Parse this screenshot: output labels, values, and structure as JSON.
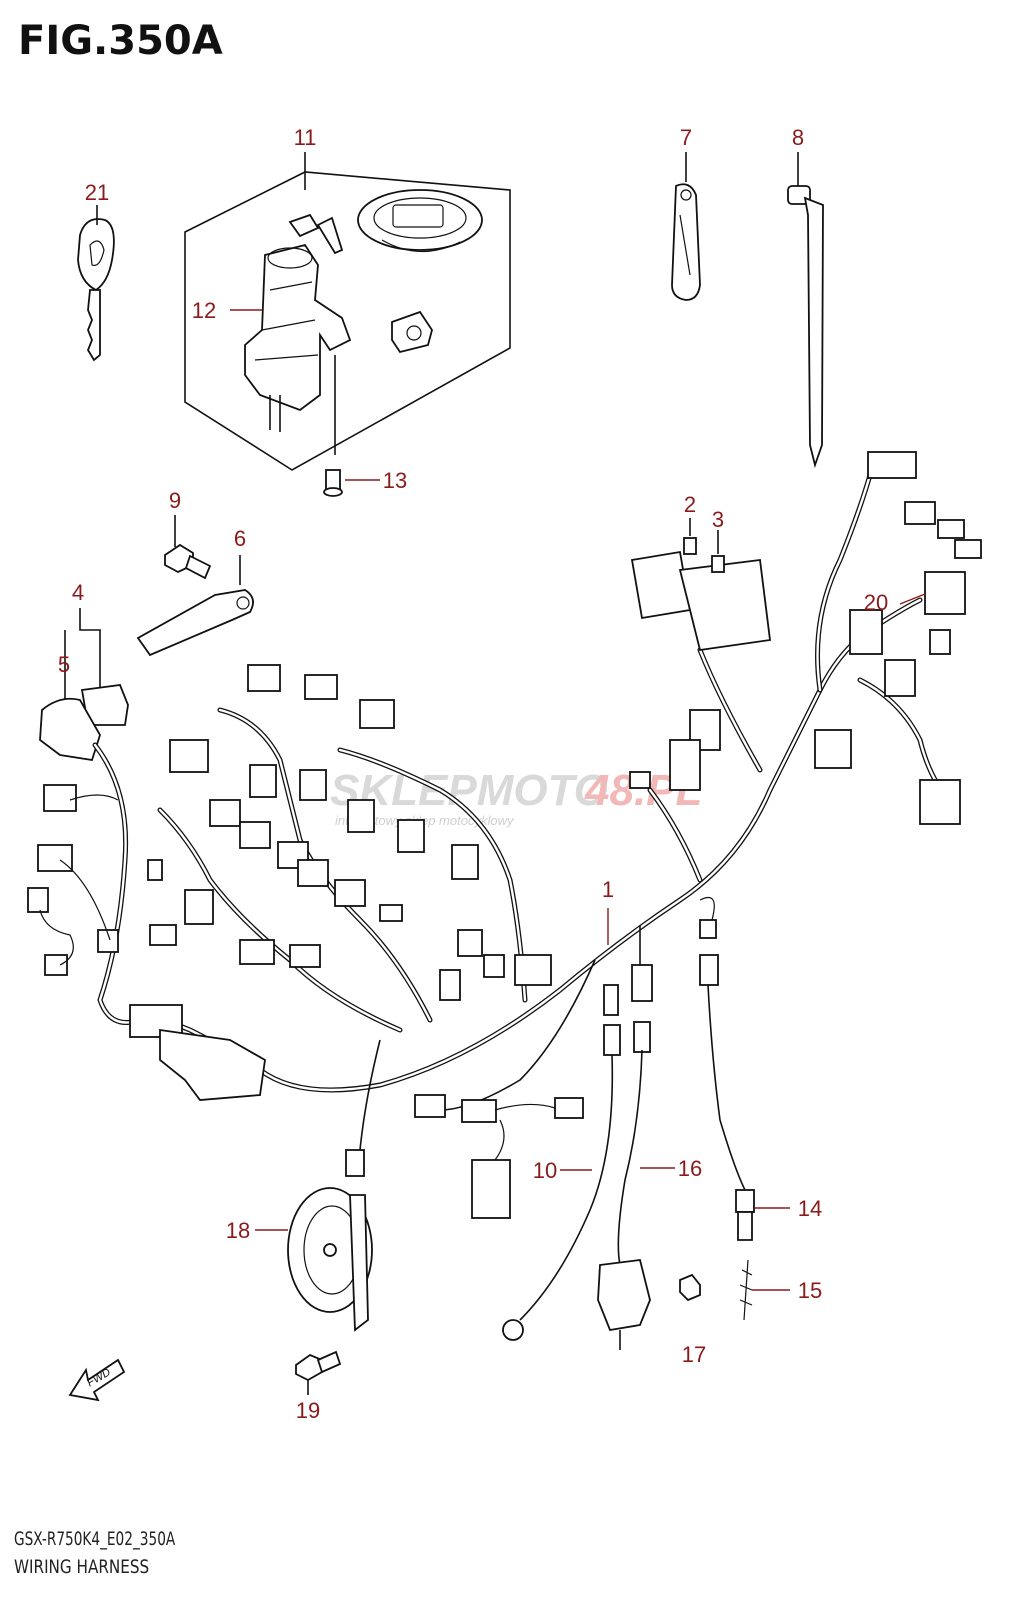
{
  "figure": {
    "title": "FIG.350A",
    "model_code": "GSX-R750K4_E02_350A",
    "caption": "WIRING HARNESS",
    "fwd_label": "FWD"
  },
  "watermark": {
    "brand_left": "SKLEPMOTO",
    "brand_right": "48.PL",
    "tagline": "internetowy sklep motocyklowy"
  },
  "colors": {
    "callout": "#8b1a1a",
    "line": "#111111",
    "watermark": "#d9d9d9",
    "watermark_accent": "#f2b8b8"
  },
  "callouts": [
    {
      "id": "c1",
      "label": "1"
    },
    {
      "id": "c2",
      "label": "2"
    },
    {
      "id": "c3",
      "label": "3"
    },
    {
      "id": "c4",
      "label": "4"
    },
    {
      "id": "c5",
      "label": "5"
    },
    {
      "id": "c6",
      "label": "6"
    },
    {
      "id": "c7",
      "label": "7"
    },
    {
      "id": "c8",
      "label": "8"
    },
    {
      "id": "c9",
      "label": "9"
    },
    {
      "id": "c10",
      "label": "10"
    },
    {
      "id": "c11",
      "label": "11"
    },
    {
      "id": "c12",
      "label": "12"
    },
    {
      "id": "c13",
      "label": "13"
    },
    {
      "id": "c14",
      "label": "14"
    },
    {
      "id": "c15",
      "label": "15"
    },
    {
      "id": "c16",
      "label": "16"
    },
    {
      "id": "c17",
      "label": "17"
    },
    {
      "id": "c18",
      "label": "18"
    },
    {
      "id": "c19",
      "label": "19"
    },
    {
      "id": "c20",
      "label": "20"
    },
    {
      "id": "c21",
      "label": "21"
    }
  ]
}
